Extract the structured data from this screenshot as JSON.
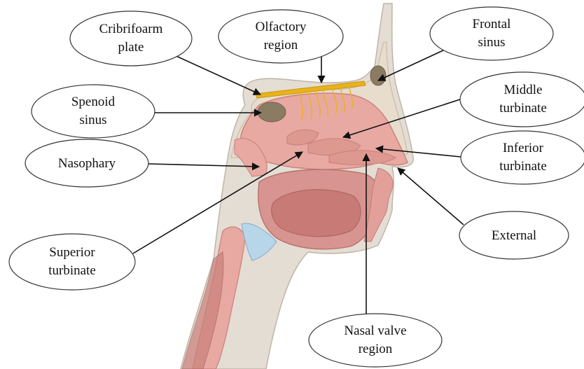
{
  "labels": {
    "cribriform": [
      "Cribrifoarm",
      "plate"
    ],
    "olfactory": [
      "Olfactory",
      "region"
    ],
    "frontal": [
      "Frontal",
      "sinus"
    ],
    "spenoid": [
      "Spenoid",
      "sinus"
    ],
    "middle": [
      "Middle",
      "turbinate"
    ],
    "nasophary": [
      "Nasophary"
    ],
    "inferior": [
      "Inferior",
      "turbinate"
    ],
    "external": [
      "External"
    ],
    "superior": [
      "Superior",
      "turbinate"
    ],
    "nasal_valve": [
      "Nasal valve",
      "region"
    ]
  },
  "colors": {
    "bone": "#e8dccc",
    "tissue": "#e8a9a2",
    "tissue_dark": "#c97f7a",
    "sinus": "#8c7b63",
    "olfactory_nerve": "#e9b21b",
    "cartilage": "#b8d6ea",
    "skin_shadow": "#d9d3cb"
  }
}
